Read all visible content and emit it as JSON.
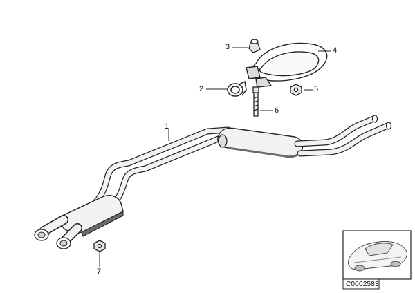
{
  "callouts": {
    "c1": "1",
    "c2": "2",
    "c3": "3",
    "c4": "4",
    "c5": "5",
    "c6": "6",
    "c7": "7"
  },
  "catalog_number": "C0002583",
  "colors": {
    "line": "#222222",
    "part_fill": "#f2f2f2",
    "shadow": "#6a6a6a"
  }
}
